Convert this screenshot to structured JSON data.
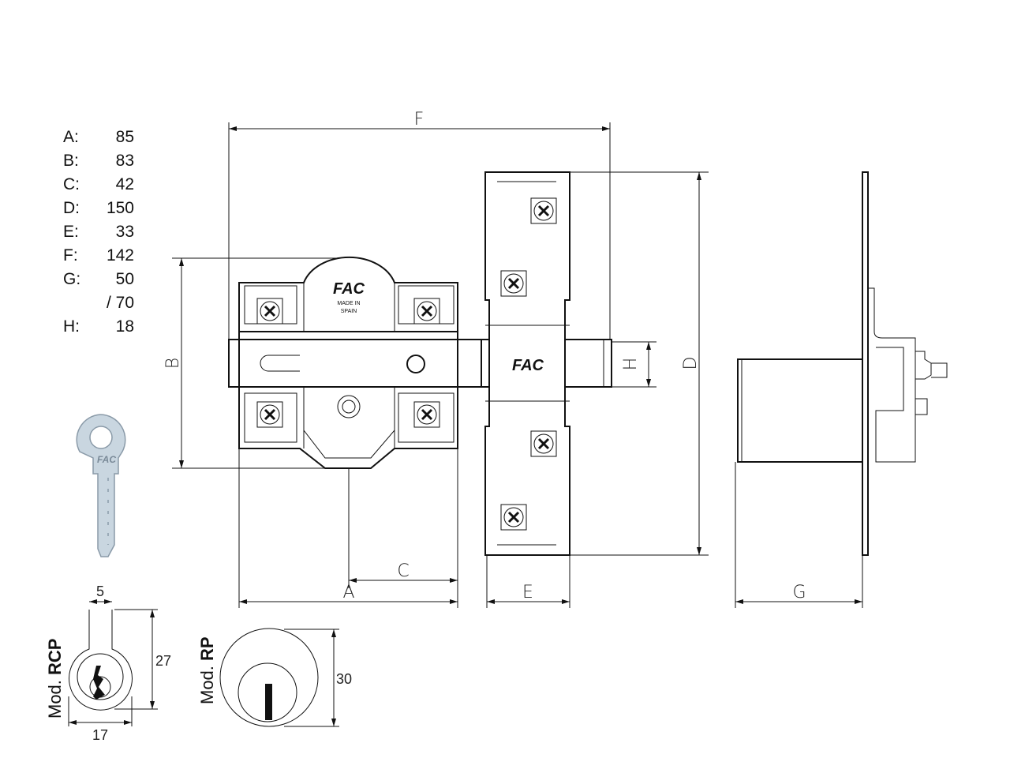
{
  "legend": [
    {
      "key": "A:",
      "value": "85"
    },
    {
      "key": "B:",
      "value": "83"
    },
    {
      "key": "C:",
      "value": "42"
    },
    {
      "key": "D:",
      "value": "150"
    },
    {
      "key": "E:",
      "value": "33"
    },
    {
      "key": "F:",
      "value": "142"
    },
    {
      "key": "G:",
      "value": "50"
    },
    {
      "key": "",
      "value": "/ 70"
    },
    {
      "key": "H:",
      "value": "18"
    }
  ],
  "dimensions": {
    "A": "A",
    "B": "B",
    "C": "C",
    "D": "D",
    "E": "E",
    "F": "F",
    "G": "G",
    "H": "H"
  },
  "brand": {
    "logo": "FAC",
    "made_in_line1": "MADE IN",
    "made_in_line2": "SPAIN"
  },
  "rcp": {
    "mod_prefix": "Mod. ",
    "mod_name": "RCP",
    "width_top": "5",
    "height": "27",
    "width": "17"
  },
  "rp": {
    "mod_prefix": "Mod. ",
    "mod_name": "RP",
    "diameter": "30"
  },
  "colors": {
    "line": "#111111",
    "key_fill": "#c9d6e0"
  }
}
